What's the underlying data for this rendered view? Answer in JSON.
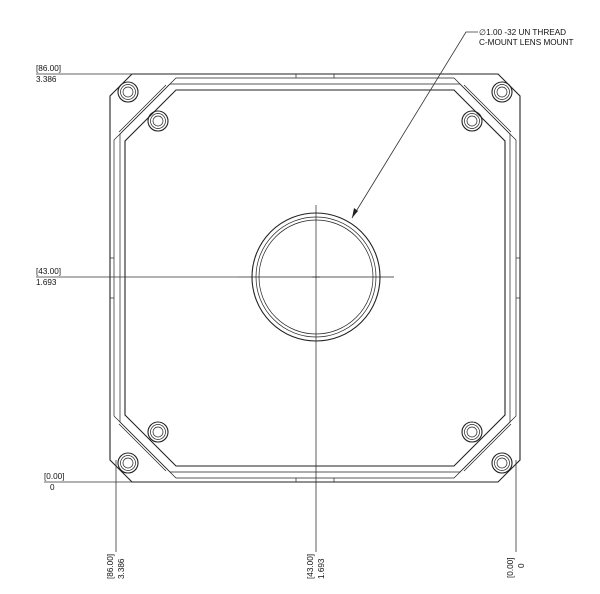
{
  "callout": {
    "diameter_symbol": "∅",
    "thread_spec": "1.00 -32 UN THREAD",
    "mount_label": "C-MOUNT LENS MOUNT"
  },
  "vertical_dimensions": [
    {
      "mm": "[86.00]",
      "inch": "3.386"
    },
    {
      "mm": "[43.00]",
      "inch": "1.693"
    },
    {
      "mm": "[0.00]",
      "inch": "0"
    }
  ],
  "horizontal_dimensions": [
    {
      "mm": "[86.00]",
      "inch": "3.386"
    },
    {
      "mm": "[43.00]",
      "inch": "1.693"
    },
    {
      "mm": "[0.00]",
      "inch": "0"
    }
  ]
}
